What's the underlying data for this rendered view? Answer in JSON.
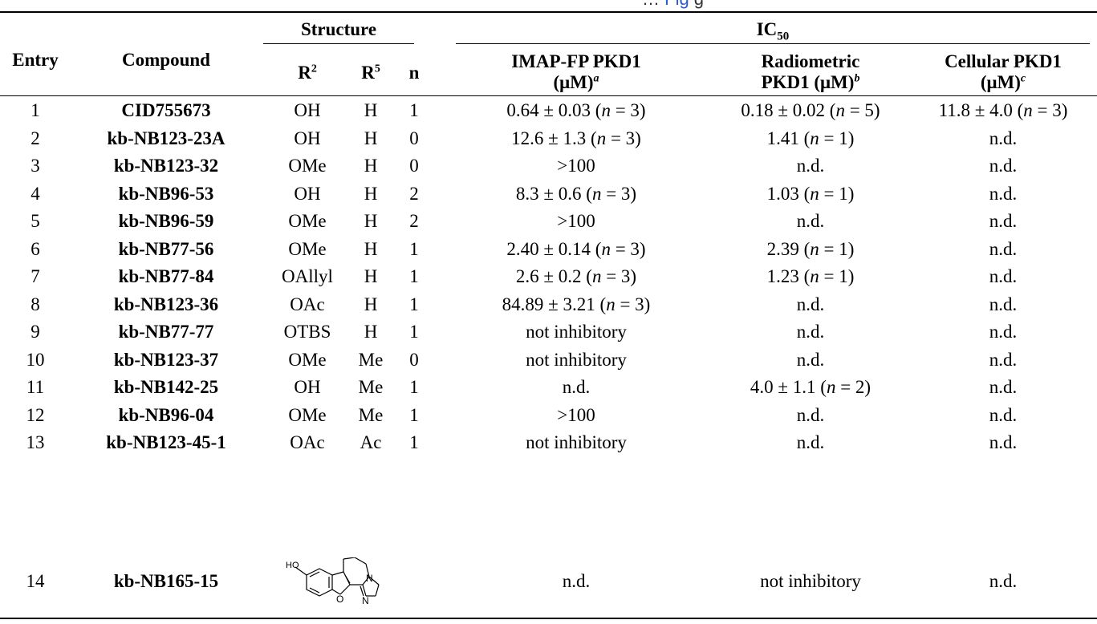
{
  "header": {
    "entry": "Entry",
    "compound": "Compound",
    "structure": "Structure",
    "ic50": "IC",
    "ic50_sub": "50",
    "r2": "R",
    "r2_sup": "2",
    "r5": "R",
    "r5_sup": "5",
    "n": "n",
    "imap_line1": "IMAP-FP PKD1",
    "imap_line2": "(μM)",
    "imap_sup": "a",
    "radio_line1": "Radiometric",
    "radio_line2": "PKD1 (μM)",
    "radio_sup": "b",
    "cell_line1": "Cellular PKD1",
    "cell_line2": "(μM)",
    "cell_sup": "c"
  },
  "rows": [
    {
      "entry": "1",
      "compound": "CID755673",
      "r2": "OH",
      "r5": "H",
      "n": "1",
      "imap": "0.64 ± 0.03 (n = 3)",
      "radio": "0.18 ± 0.02 (n = 5)",
      "cell": "11.8 ± 4.0 (n = 3)"
    },
    {
      "entry": "2",
      "compound": "kb-NB123-23A",
      "r2": "OH",
      "r5": "H",
      "n": "0",
      "imap": "12.6 ± 1.3 (n = 3)",
      "radio": "1.41 (n = 1)",
      "cell": "n.d."
    },
    {
      "entry": "3",
      "compound": "kb-NB123-32",
      "r2": "OMe",
      "r5": "H",
      "n": "0",
      "imap": ">100",
      "radio": "n.d.",
      "cell": "n.d."
    },
    {
      "entry": "4",
      "compound": "kb-NB96-53",
      "r2": "OH",
      "r5": "H",
      "n": "2",
      "imap": "8.3 ± 0.6 (n = 3)",
      "radio": "1.03 (n = 1)",
      "cell": "n.d."
    },
    {
      "entry": "5",
      "compound": "kb-NB96-59",
      "r2": "OMe",
      "r5": "H",
      "n": "2",
      "imap": ">100",
      "radio": "n.d.",
      "cell": "n.d."
    },
    {
      "entry": "6",
      "compound": "kb-NB77-56",
      "r2": "OMe",
      "r5": "H",
      "n": "1",
      "imap": "2.40 ± 0.14 (n = 3)",
      "radio": "2.39 (n = 1)",
      "cell": "n.d."
    },
    {
      "entry": "7",
      "compound": "kb-NB77-84",
      "r2": "OAllyl",
      "r5": "H",
      "n": "1",
      "imap": "2.6 ± 0.2 (n = 3)",
      "radio": "1.23 (n = 1)",
      "cell": "n.d."
    },
    {
      "entry": "8",
      "compound": "kb-NB123-36",
      "r2": "OAc",
      "r5": "H",
      "n": "1",
      "imap": "84.89 ± 3.21 (n = 3)",
      "radio": "n.d.",
      "cell": "n.d."
    },
    {
      "entry": "9",
      "compound": "kb-NB77-77",
      "r2": "OTBS",
      "r5": "H",
      "n": "1",
      "imap": "not inhibitory",
      "radio": "n.d.",
      "cell": "n.d."
    },
    {
      "entry": "10",
      "compound": "kb-NB123-37",
      "r2": "OMe",
      "r5": "Me",
      "n": "0",
      "imap": "not inhibitory",
      "radio": "n.d.",
      "cell": "n.d."
    },
    {
      "entry": "11",
      "compound": "kb-NB142-25",
      "r2": "OH",
      "r5": "Me",
      "n": "1",
      "imap": "n.d.",
      "radio": "4.0 ± 1.1 (n = 2)",
      "cell": "n.d."
    },
    {
      "entry": "12",
      "compound": "kb-NB96-04",
      "r2": "OMe",
      "r5": "Me",
      "n": "1",
      "imap": ">100",
      "radio": "n.d.",
      "cell": "n.d."
    },
    {
      "entry": "13",
      "compound": "kb-NB123-45-1",
      "r2": "OAc",
      "r5": "Ac",
      "n": "1",
      "imap": "not inhibitory",
      "radio": "n.d.",
      "cell": "n.d."
    },
    {
      "entry": "14",
      "compound": "kb-NB165-15",
      "r2": "",
      "r5": "",
      "n": "",
      "imap": "n.d.",
      "radio": "not inhibitory",
      "cell": "n.d."
    }
  ],
  "structure_labels": {
    "ho": "HO",
    "o": "O",
    "n1": "N",
    "n2": "N"
  }
}
